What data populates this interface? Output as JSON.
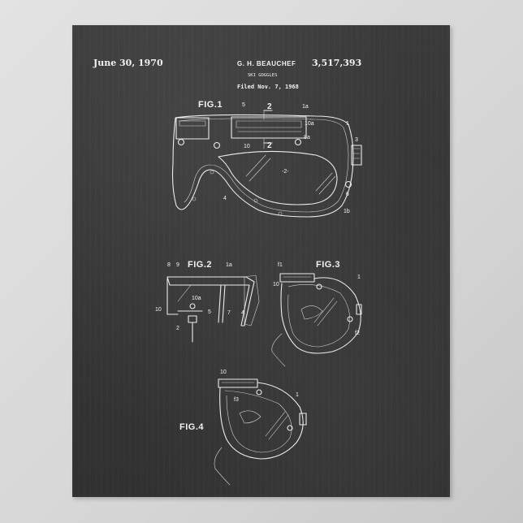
{
  "poster": {
    "type": "patent art print",
    "style": "chalkboard",
    "background_color": "#363636",
    "chalk_color": "#f2f2f2",
    "surround_color": "#d9d9d9"
  },
  "header": {
    "date": "June 30, 1970",
    "inventor": "G. H. BEAUCHEF",
    "title": "SKI GOGGLES",
    "filed": "Filed Nov. 7, 1968",
    "patent_number": "3,517,393"
  },
  "figures": {
    "fig1": {
      "label": "FIG.1",
      "section_mark_top": "2",
      "section_mark_bottom": "2",
      "refs": [
        "5",
        "1a",
        "10a",
        "1",
        "8a",
        "10",
        "3",
        "-2-",
        "4",
        "6",
        "1b"
      ]
    },
    "fig2": {
      "label": "FIG.2",
      "refs": [
        "8",
        "9",
        "1a",
        "10a",
        "10",
        "5",
        "7",
        "4",
        "2"
      ]
    },
    "fig3": {
      "label": "FIG.3",
      "refs": [
        "f1",
        "10",
        "1",
        "f2"
      ]
    },
    "fig4": {
      "label": "FIG.4",
      "refs": [
        "10",
        "f3",
        "1"
      ]
    }
  }
}
